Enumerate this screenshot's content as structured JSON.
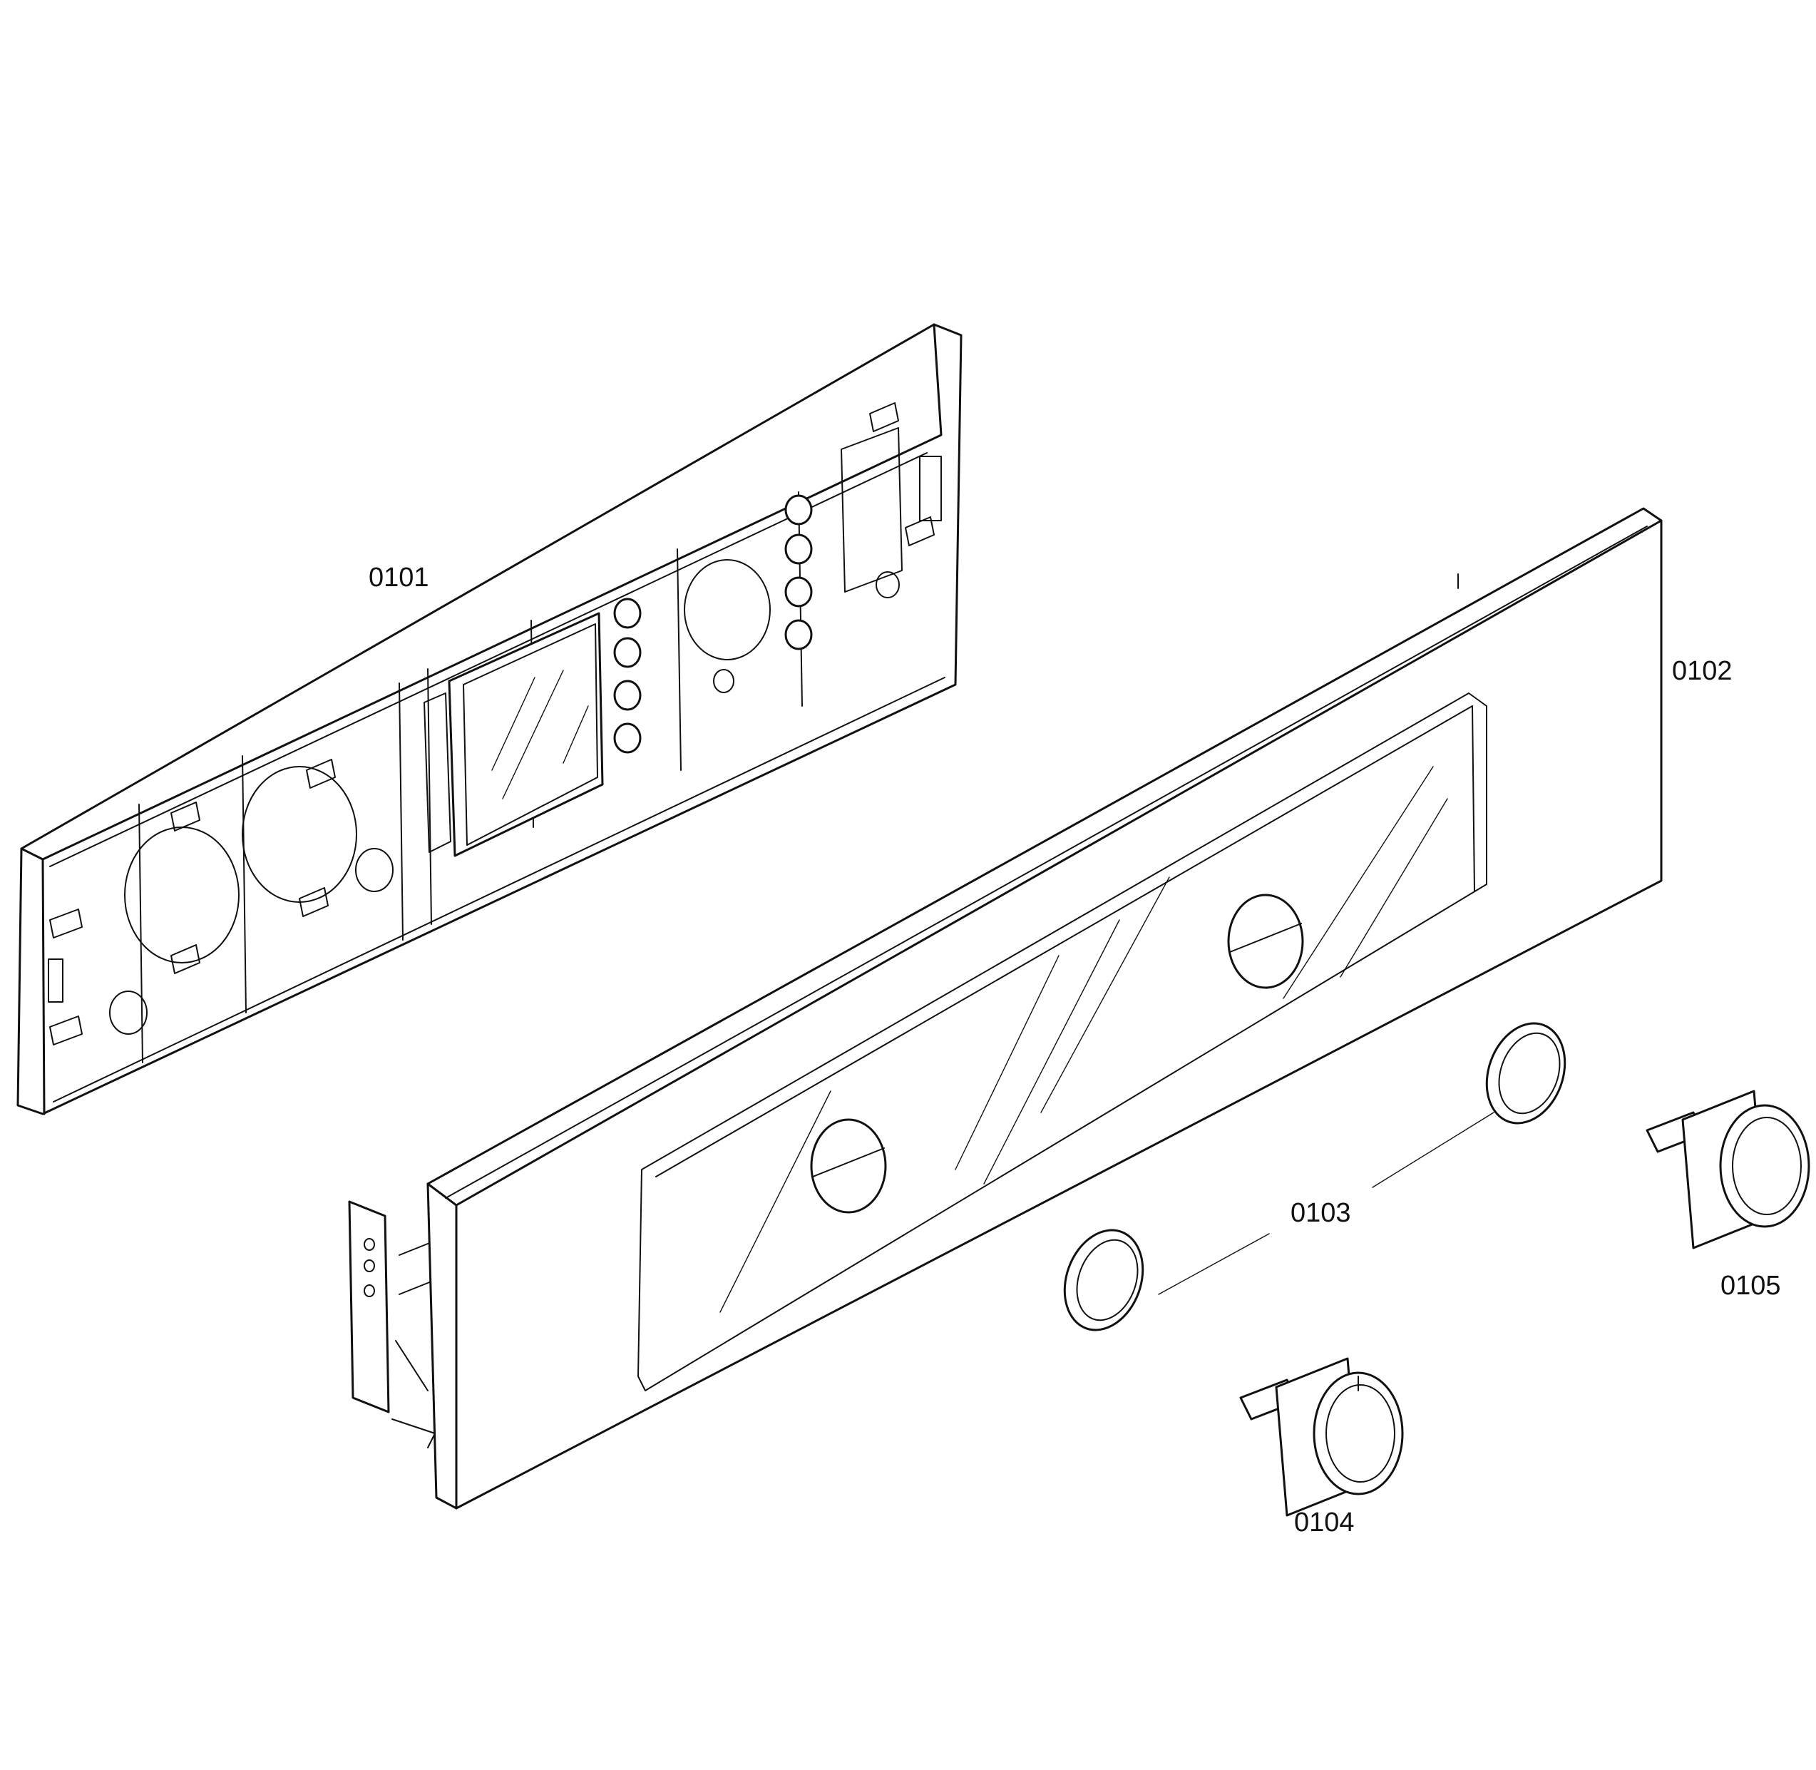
{
  "diagram": {
    "background": "#ffffff",
    "line_color": "#111111",
    "parts": [
      {
        "id": "0101",
        "label": "0101",
        "item": "rear-control-housing"
      },
      {
        "id": "0102",
        "label": "0102",
        "item": "front-control-panel"
      },
      {
        "id": "0103",
        "label": "0103",
        "item": "knob-bezel-rings"
      },
      {
        "id": "0104",
        "label": "0104",
        "item": "control-knob-left"
      },
      {
        "id": "0105",
        "label": "0105",
        "item": "control-knob-right"
      }
    ]
  }
}
